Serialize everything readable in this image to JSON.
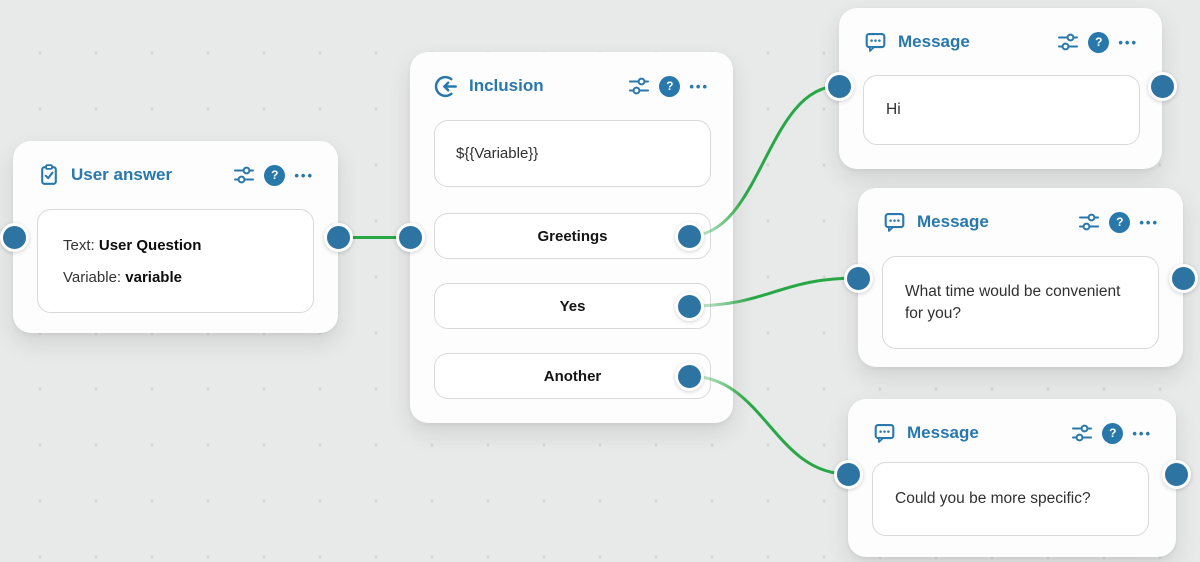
{
  "colors": {
    "canvas_background": "#e8e9e9",
    "accent_blue": "#2878ab",
    "port_blue": "#2d74a3",
    "connector_green": "#28a745"
  },
  "controls": {
    "settings_icon": "sliders-icon",
    "help_label": "?",
    "menu_label": "•••"
  },
  "nodes": {
    "user_answer": {
      "icon": "clipboard-check-icon",
      "title": "User answer",
      "fields": [
        {
          "label": "Text:",
          "value": "User Question"
        },
        {
          "label": "Variable:",
          "value": "variable"
        }
      ]
    },
    "inclusion": {
      "icon": "arrow-enter-circle-icon",
      "title": "Inclusion",
      "variable_text": "${{Variable}}",
      "options": [
        "Greetings",
        "Yes",
        "Another"
      ]
    },
    "message_top": {
      "icon": "chat-bubble-icon",
      "title": "Message",
      "text": "Hi"
    },
    "message_middle": {
      "icon": "chat-bubble-icon",
      "title": "Message",
      "text": "What time would be convenient for you?"
    },
    "message_bottom": {
      "icon": "chat-bubble-icon",
      "title": "Message",
      "text": "Could you be more specific?"
    }
  }
}
